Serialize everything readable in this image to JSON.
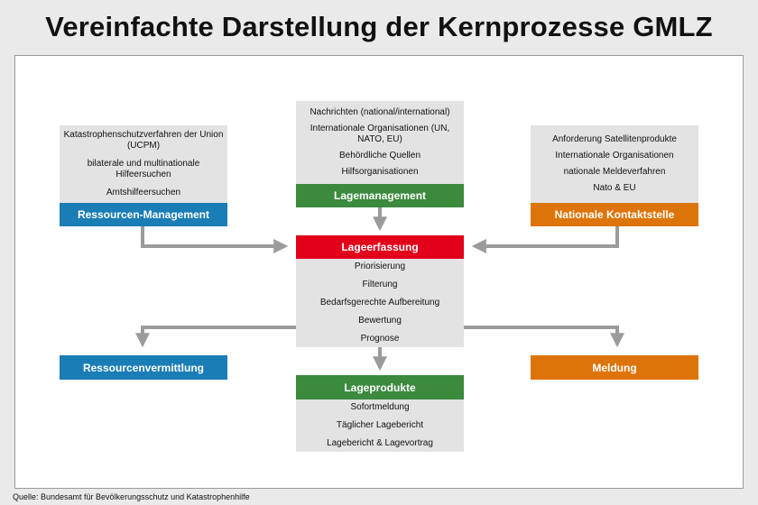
{
  "title": "Vereinfachte Darstellung der Kernprozesse GMLZ",
  "source": "Quelle: Bundesamt für Bevölkerungsschutz und Katastrophenhilfe",
  "left_top": {
    "items": [
      "Katastrophenschutzverfahren der Union (UCPM)",
      "bilaterale und multinationale Hilfeersuchen",
      "Amtshilfeersuchen"
    ],
    "label": "Ressourcen-Management"
  },
  "center_top": {
    "items": [
      "Nachrichten (national/international)",
      "Internationale Organisationen (UN, NATO, EU)",
      "Behördliche Quellen",
      "Hilfsorganisationen"
    ],
    "label": "Lagemanagement"
  },
  "right_top": {
    "items": [
      "Anforderung Satellitenprodukte",
      "Internationale Organisationen",
      "nationale Meldeverfahren",
      "Nato & EU"
    ],
    "label": "Nationale Kontaktstelle"
  },
  "center_mid": {
    "label": "Lageerfassung",
    "items": [
      "Priorisierung",
      "Filterung",
      "Bedarfsgerechte Aufbereitung",
      "Bewertung",
      "Prognose"
    ]
  },
  "left_bottom": {
    "label": "Ressourcenvermittlung"
  },
  "right_bottom": {
    "label": "Meldung"
  },
  "center_bottom": {
    "label": "Lageprodukte",
    "items": [
      "Sofortmeldung",
      "Täglicher Lagebericht",
      "Lagebericht & Lagevortrag"
    ]
  },
  "colors": {
    "blue": "#1a7db6",
    "green": "#3b8a3e",
    "red": "#e2001a",
    "orange": "#dd7409",
    "box_gray": "#e3e3e3",
    "arrow_gray": "#9b9b9b"
  }
}
